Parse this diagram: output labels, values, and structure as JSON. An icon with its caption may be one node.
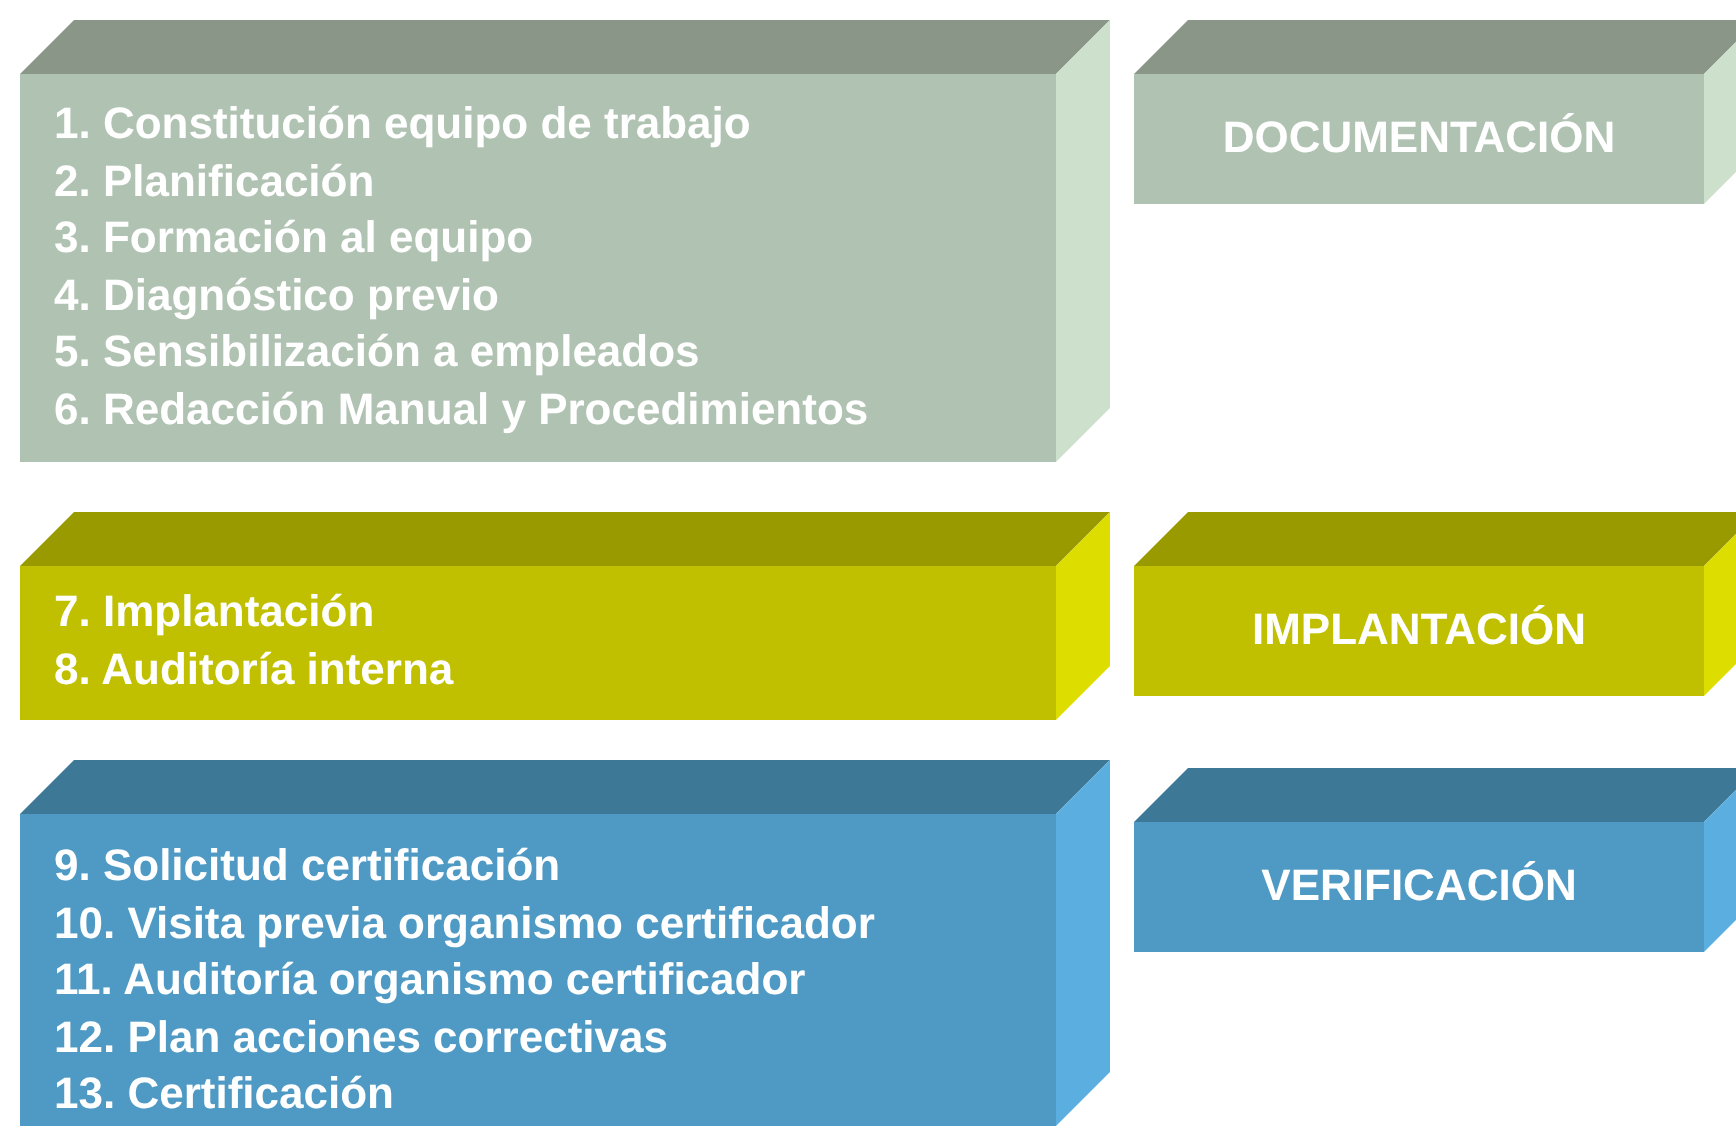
{
  "diagram": {
    "nodes": [
      {
        "text": [
          "1. Constitución equipo de trabajo",
          "2. Planificación",
          "3. Formación al equipo",
          "4. Diagnóstico previo",
          "5. Sensibilización a empleados",
          "6. Redacción Manual y Procedimientos"
        ]
      },
      {
        "text": [
          "DOCUMENTACIÓN"
        ]
      },
      {
        "text": [
          "7. Implantación",
          "8. Auditoría interna"
        ]
      },
      {
        "text": [
          "IMPLANTACIÓN"
        ]
      },
      {
        "text": [
          "9. Solicitud certificación",
          "10. Visita previa organismo certificador",
          "11. Auditoría organismo certificador",
          "12. Plan acciones correctivas",
          "13. Certificación"
        ]
      },
      {
        "text": [
          "VERIFICACIÓN"
        ]
      }
    ]
  }
}
